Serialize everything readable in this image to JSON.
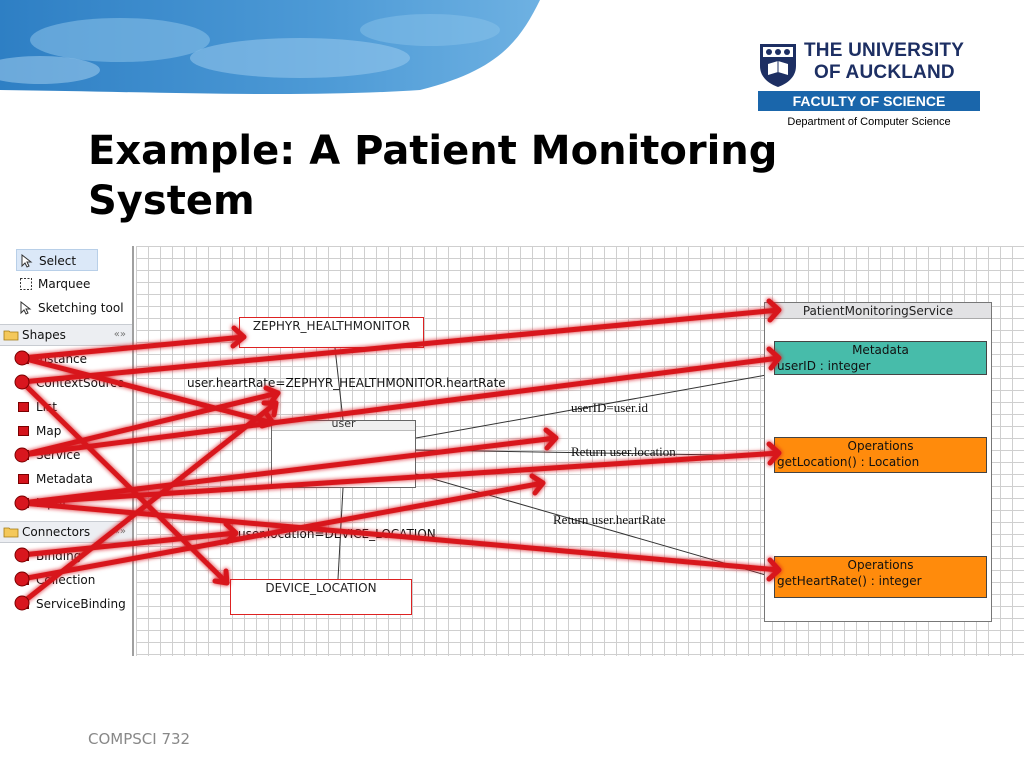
{
  "slide": {
    "title": "Example: A Patient Monitoring System",
    "footer": "COMPSCI 732"
  },
  "logo": {
    "line1": "THE UNIVERSITY",
    "line2": "OF AUCKLAND",
    "faculty": "FACULTY OF SCIENCE",
    "department": "Department of Computer Science"
  },
  "palette": {
    "tools": [
      {
        "label": "Select",
        "icon": "arrow-cursor-icon",
        "selected": true
      },
      {
        "label": "Marquee",
        "icon": "marquee-icon",
        "selected": false
      },
      {
        "label": "Sketching tool",
        "icon": "pen-cursor-icon",
        "selected": false
      }
    ],
    "shapes_drawer": "Shapes",
    "shapes": [
      "Instance",
      "ContextSource",
      "List",
      "Map",
      "Service",
      "Metadata",
      "Input"
    ],
    "connectors_drawer": "Connectors",
    "connectors": [
      "Binding",
      "Collection",
      "ServiceBinding"
    ]
  },
  "diagram": {
    "zephyr": "ZEPHYR_HEALTHMONITOR",
    "heart_rate_binding": "user.heartRate=ZEPHYR_HEALTHMONITOR.heartRate",
    "user": "user",
    "location_binding": "user.location=DEVICE_LOCATION",
    "device_location": "DEVICE_LOCATION",
    "user_id_label": "userID=user.id",
    "return_location_label": "Return user.location",
    "return_heart_rate_label": "Return user.heartRate",
    "service": {
      "title": "PatientMonitoringService",
      "metadata_title": "Metadata",
      "metadata_field": "userID : integer",
      "operations_1_title": "Operations",
      "operations_1_method": "getLocation() : Location",
      "operations_2_title": "Operations",
      "operations_2_method": "getHeartRate() : integer"
    }
  },
  "colors": {
    "annotation_red": "#d8161e",
    "metadata_teal": "#47bcaa",
    "operations_orange": "#ff8b0c",
    "faculty_blue": "#1a66ab",
    "logo_navy": "#1d2f63"
  }
}
